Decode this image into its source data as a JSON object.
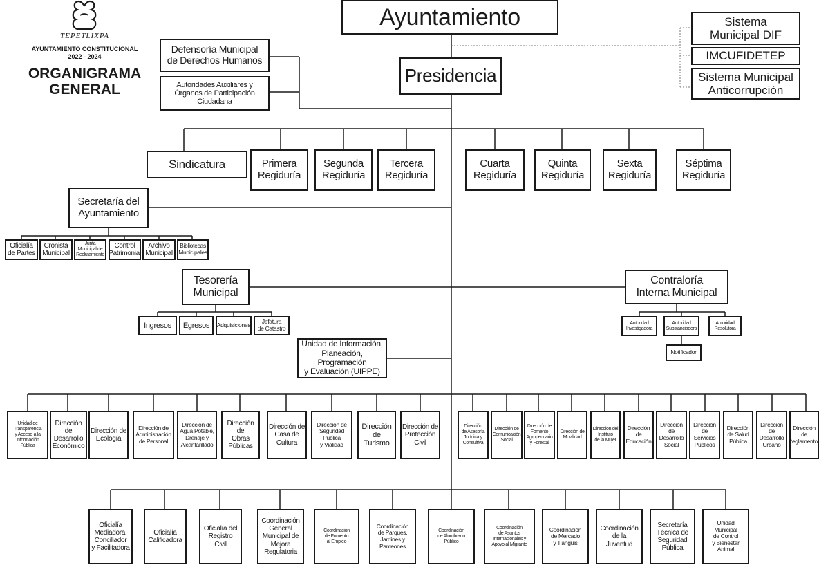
{
  "header": {
    "municipio": "TEPETLIXPA",
    "ayuntamiento": "AYUNTAMIENTO CONSTITUCIONAL",
    "periodo": "2022 - 2024",
    "titulo_1": "ORGANIGRAMA",
    "titulo_2": "GENERAL"
  },
  "top": {
    "ayuntamiento": "Ayuntamiento",
    "presidencia": "Presidencia",
    "defensoria": "Defensoría Municipal\nde Derechos Humanos",
    "autoridades": "Autoridades Auxiliares y\nÓrganos de Participación Ciudadana",
    "dif": "Sistema\nMunicipal DIF",
    "imcufidetep": "IMCUFIDETEP",
    "anticorrupcion": "Sistema Municipal\nAnticorrupción"
  },
  "cabildo": [
    "Sindicatura",
    "Primera\nRegiduría",
    "Segunda\nRegiduría",
    "Tercera\nRegiduría",
    "Cuarta\nRegiduría",
    "Quinta\nRegiduría",
    "Sexta\nRegiduría",
    "Séptima\nRegiduría"
  ],
  "secretaria": {
    "title": "Secretaría del\nAyuntamiento",
    "subs": [
      "Oficialía\nde Partes",
      "Cronista\nMunicipal",
      "Junta\nMunicipal de\nReclutamiento",
      "Control\nPatrimonial",
      "Archivo\nMunicipal",
      "Bibliotecas\nMunicipales"
    ]
  },
  "tesoreria": {
    "title": "Tesorería\nMunicipal",
    "subs": [
      "Ingresos",
      "Egresos",
      "Adquisiciones",
      "Jefatura\nde Catastro"
    ]
  },
  "contraloria": {
    "title": "Contraloría\nInterna Municipal",
    "subs": [
      "Autoridad\nInvestigadora",
      "Autoridad\nSubstanciadora",
      "Autoridad\nResolutora"
    ],
    "notificador": "Notificador"
  },
  "uippe": "Unidad de Información,\nPlaneación, Programación\ny Evaluación (UIPPE)",
  "direcciones_izq": [
    "Unidad de\nTransparencia\ny Acceso a la\nInformación\nPública",
    "Dirección de\nDesarrollo\nEconómico",
    "Dirección de\nEcología",
    "Dirección de\nAdministración\nde Personal",
    "Dirección de\nAgua Potable,\nDrenaje y\nAlcantarillado",
    "Dirección de\nObras\nPúblicas",
    "Dirección de\nCasa de\nCultura",
    "Dirección de\nSeguridad\nPública\ny Vialidad",
    "Dirección\nde\nTurismo",
    "Dirección de\nProtección\nCivil"
  ],
  "direcciones_der": [
    "Dirección\nde Asesoría\nJurídica y\nConsultiva",
    "Dirección de\nComunicación\nSocial",
    "Dirección de\nFomento\nAgropecuario\ny Forestal",
    "Dirección de\nMovilidad",
    "Dirección del\nInstituto\nde la Mujer",
    "Dirección\nde\nEducación",
    "Dirección de\nDesarrollo\nSocial",
    "Dirección\nde\nServicios\nPúblicos",
    "Dirección\nde Salud\nPública",
    "Dirección\nde\nDesarrollo\nUrbano",
    "Dirección\nde\nReglamentos"
  ],
  "coordinaciones": [
    "Oficialía\nMediadora,\nConciliador\ny Facilitadora",
    "Oficialía\nCalificadora",
    "Oficialía del\nRegistro\nCivil",
    "Coordinación\nGeneral\nMunicipal de\nMejora\nRegulatoria",
    "Coordinación\nde Fomento\nal Empleo",
    "Coordinación\nde Parques,\nJardines y\nPanteones",
    "Coordinación\nde Alumbrado\nPúblico",
    "Coordinación\nde Asuntos\nInternacionales y\nApoyo al Migrante",
    "Coordinación\nde Mercado\ny Tianguis",
    "Coordinación\nde la\nJuventud",
    "Secretaría\nTécnica de\nSeguridad\nPública",
    "Unidad\nMunicipal\nde Control\ny Bienestar\nAnimal"
  ]
}
